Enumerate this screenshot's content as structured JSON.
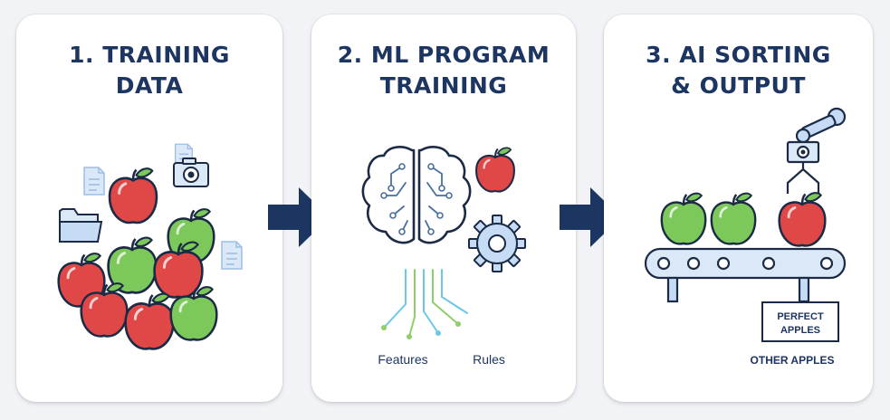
{
  "panels": [
    {
      "title_line1": "1. TRAINING",
      "title_line2": "DATA"
    },
    {
      "title_line1": "2. ML PROGRAM",
      "title_line2": "TRAINING"
    },
    {
      "title_line1": "3. AI SORTING",
      "title_line2": "& OUTPUT"
    }
  ],
  "labels": {
    "features": "Features",
    "rules": "Rules",
    "perfect_line1": "PERFECT",
    "perfect_line2": "APPLES",
    "other": "OTHER APPLES"
  },
  "colors": {
    "title": "#1c3561",
    "red_apple": "#e04848",
    "green_apple": "#7dc85a",
    "outline": "#1c2b45",
    "icon_blue": "#c6dcf5",
    "arrow": "#1c3561"
  },
  "icons": [
    "folder-icon",
    "document-icon",
    "camera-icon",
    "brain-icon",
    "gear-icon",
    "robot-arm-icon",
    "conveyor-belt-icon"
  ]
}
